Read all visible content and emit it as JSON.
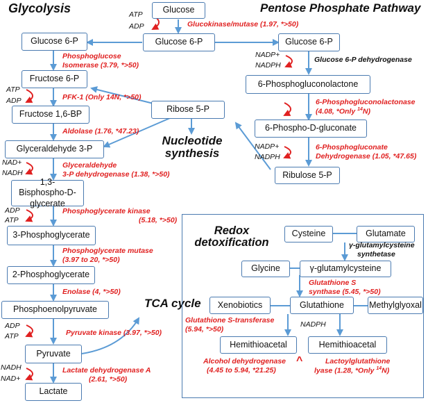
{
  "titles": {
    "glycolysis": "Glycolysis",
    "ppp": "Pentose Phosphate Pathway",
    "nucleotide": "Nucleotide synthesis",
    "tca": "TCA cycle",
    "redox": "Redox detoxification"
  },
  "nodes": {
    "glucose": "Glucose",
    "glucose6p_main": "Glucose 6-P",
    "glucose6p_left": "Glucose 6-P",
    "glucose6p_right": "Glucose 6-P",
    "fructose6p": "Fructose 6-P",
    "fructose16bp": "Fructose 1,6-BP",
    "ribose5p": "Ribose 5-P",
    "glyceraldehyde3p": "Glyceraldehyde 3-P",
    "bpg": "1,3-Bisphospho-D-glycerate",
    "pg3": "3-Phosphoglycerate",
    "pg2": "2-Phosphoglycerate",
    "pep": "Phosphoenolpyruvate",
    "pyruvate": "Pyruvate",
    "lactate": "Lactate",
    "pgl6": "6-Phosphogluconolactone",
    "pgluconate": "6-Phospho-D-gluconate",
    "ribulose5p": "Ribulose 5-P",
    "cysteine": "Cysteine",
    "glutamate": "Glutamate",
    "glycine": "Glycine",
    "gglutcys": "γ-glutamylcysteine",
    "xenobiotics": "Xenobiotics",
    "glutathione": "Glutathione",
    "methylglyoxal": "Methylglyoxal",
    "hemi1": "Hemithioacetal",
    "hemi2": "Hemithioacetal"
  },
  "cofactors": {
    "atp1": "ATP",
    "adp1": "ADP",
    "atp2": "ATP",
    "adp2": "ADP",
    "nadp1": "NADP+",
    "nadph1": "NADPH",
    "nadp2": "NADP+",
    "nadph2": "NADPH",
    "nad1": "NAD+",
    "nadh1": "NADH",
    "adp3": "ADP",
    "atp3": "ATP",
    "adp4": "ADP",
    "atp4": "ATP",
    "nadh2": "NADH",
    "nad2": "NAD+",
    "nadph3": "NADPH"
  },
  "enzymes": {
    "glucokinase": "Glucokinase/mutase (1.97, *>50)",
    "pgi_line1": "Phosphoglucose",
    "pgi_line2": "Isomerase (3.79, *>50)",
    "pfk": "PFK-1 (Only 14N, *>50)",
    "aldolase": "Aldolase (1.76, *47.23)",
    "gapdh_line1": "Glyceraldehyde",
    "gapdh_line2": "3-P dehydrogenase (1.38, *>50)",
    "pgk_line1": "Phosphoglycerate kinase",
    "pgk_line2": "(5.18, *>50)",
    "pgm_line1": "Phosphoglycerate mutase",
    "pgm_line2": "(3.97 to 20, *>50)",
    "enolase": "Enolase (4, *>50)",
    "pk": "Pyruvate kinase (3.97, *>50)",
    "ldh_line1": "Lactate dehydrogenase A",
    "ldh_line2": "(2.61, *>50)",
    "g6pdh": "Glucose 6-P dehydrogenase",
    "pgls_line1": "6-Phosphogluconolactonase",
    "pgls_line2a": "(4.08, *Only ",
    "pgls_sup": "14",
    "pgls_line2b": "N)",
    "pgd_line1": "6-Phosphogluconate",
    "pgd_line2": "Dehydrogenase (1.05, *47.65)",
    "gcs_line1": "γ-glutamylcysteine",
    "gcs_line2": "synthetase",
    "gs_line1": "Glutathione S",
    "gs_line2": "synthase (5.45, *>50)",
    "gst_line1": "Glutathione S-transferase",
    "gst_line2": "(5.94, *>50)",
    "adh_line1": "Alcohol dehydrogenase",
    "adh_line2": "(4.45 to 5.94, *21.25)",
    "glo_line1": "Lactoylglutathione",
    "glo_line2a": "lyase (1.28, *Only ",
    "glo_sup": "14",
    "glo_line2b": "N)",
    "caret": "^"
  },
  "colors": {
    "arrow": "#5b9bd5",
    "box_border": "#4a7ab0",
    "enzyme": "#e02020",
    "cofactor_arc": "#e02020"
  }
}
